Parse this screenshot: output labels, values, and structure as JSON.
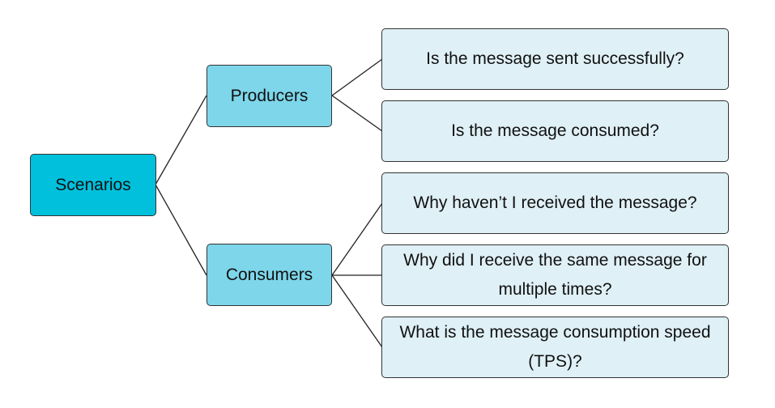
{
  "colors": {
    "root": "#00c0dc",
    "branch": "#7dd6ea",
    "leaf": "#dff0f6",
    "line": "#222222"
  },
  "root": {
    "label": "Scenarios"
  },
  "branches": [
    {
      "label": "Producers",
      "leaves": [
        {
          "label": "Is the message sent successfully?"
        },
        {
          "label": "Is the message consumed?"
        }
      ]
    },
    {
      "label": "Consumers",
      "leaves": [
        {
          "label": "Why haven’t I received the message?"
        },
        {
          "label": "Why did I receive the same message for multiple times?"
        },
        {
          "label": "What is the message consumption speed (TPS)?"
        }
      ]
    }
  ]
}
